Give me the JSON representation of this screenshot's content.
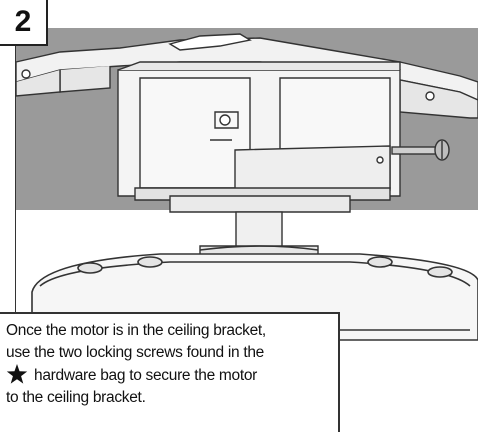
{
  "step": {
    "number": "2"
  },
  "caption": {
    "line1": "Once the motor is in the ceiling bracket,",
    "line2": "use the two locking screws found in the",
    "line3_after_icon": "hardware bag to secure the motor",
    "line4": "to the ceiling bracket.",
    "icon": "star-icon"
  },
  "colors": {
    "ceiling_gray": "#9a9a9a",
    "line": "#333333",
    "fill_light": "#f2f2f2",
    "fill_white": "#ffffff"
  }
}
